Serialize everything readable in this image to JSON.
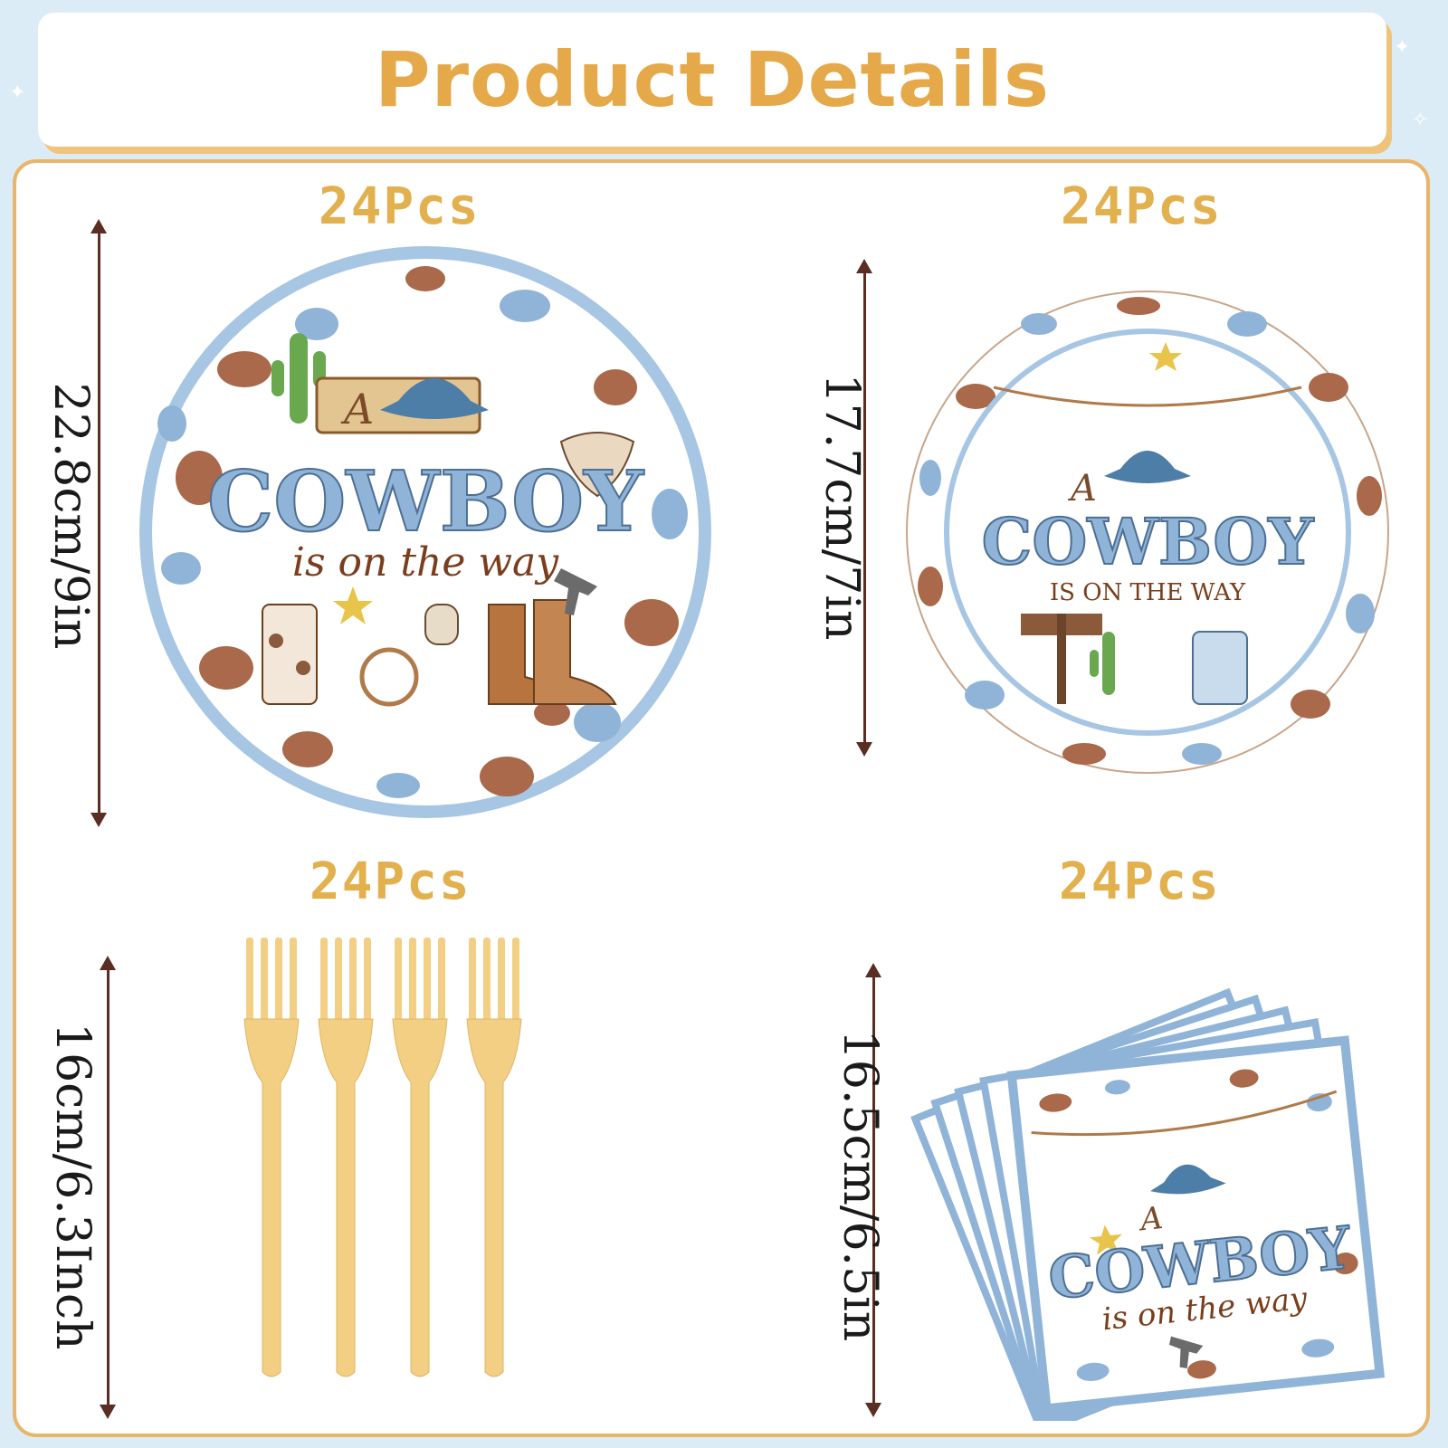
{
  "header": {
    "title": "Product Details"
  },
  "items": [
    {
      "quantity": "24Pcs",
      "dimension": "22.8cm/9in",
      "name": "large plate"
    },
    {
      "quantity": "24Pcs",
      "dimension": "17.7cm/7in",
      "name": "small plate"
    },
    {
      "quantity": "24Pcs",
      "dimension": "16cm/6.3Inch",
      "name": "forks"
    },
    {
      "quantity": "24Pcs",
      "dimension": "16.5cm/6.5in",
      "name": "napkins"
    }
  ],
  "plate_large": {
    "line1": "A",
    "line2": "COWBOY",
    "line3": "is on the way"
  },
  "plate_small": {
    "line1": "A",
    "line2": "COWBOY",
    "line3": "IS ON THE WAY"
  },
  "napkin": {
    "line1": "A",
    "line2": "COWBOY",
    "line3": "is on the way"
  },
  "colors": {
    "accent_gold": "#e3b04e",
    "plate_blue": "#8fb4d8",
    "spot_brown": "#a9694a",
    "fork_gold": "#f2cf82"
  }
}
